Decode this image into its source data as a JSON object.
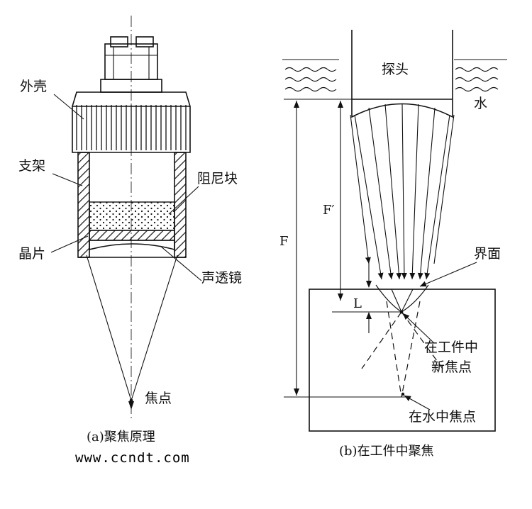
{
  "left_diagram": {
    "labels": {
      "housing": "外壳",
      "bracket": "支架",
      "damping_block": "阻尼块",
      "crystal": "晶片",
      "acoustic_lens": "声透镜",
      "focus": "焦点"
    },
    "caption": "(a)聚焦原理"
  },
  "right_diagram": {
    "labels": {
      "probe": "探头",
      "water": "水",
      "interface": "界面",
      "F": "F",
      "F_prime": "F′",
      "L": "L",
      "new_focus_line1": "在工件中",
      "new_focus_line2": "新焦点",
      "water_focus": "在水中焦点"
    },
    "caption": "(b)在工件中聚焦"
  },
  "watermark": "www.ccndt.com"
}
